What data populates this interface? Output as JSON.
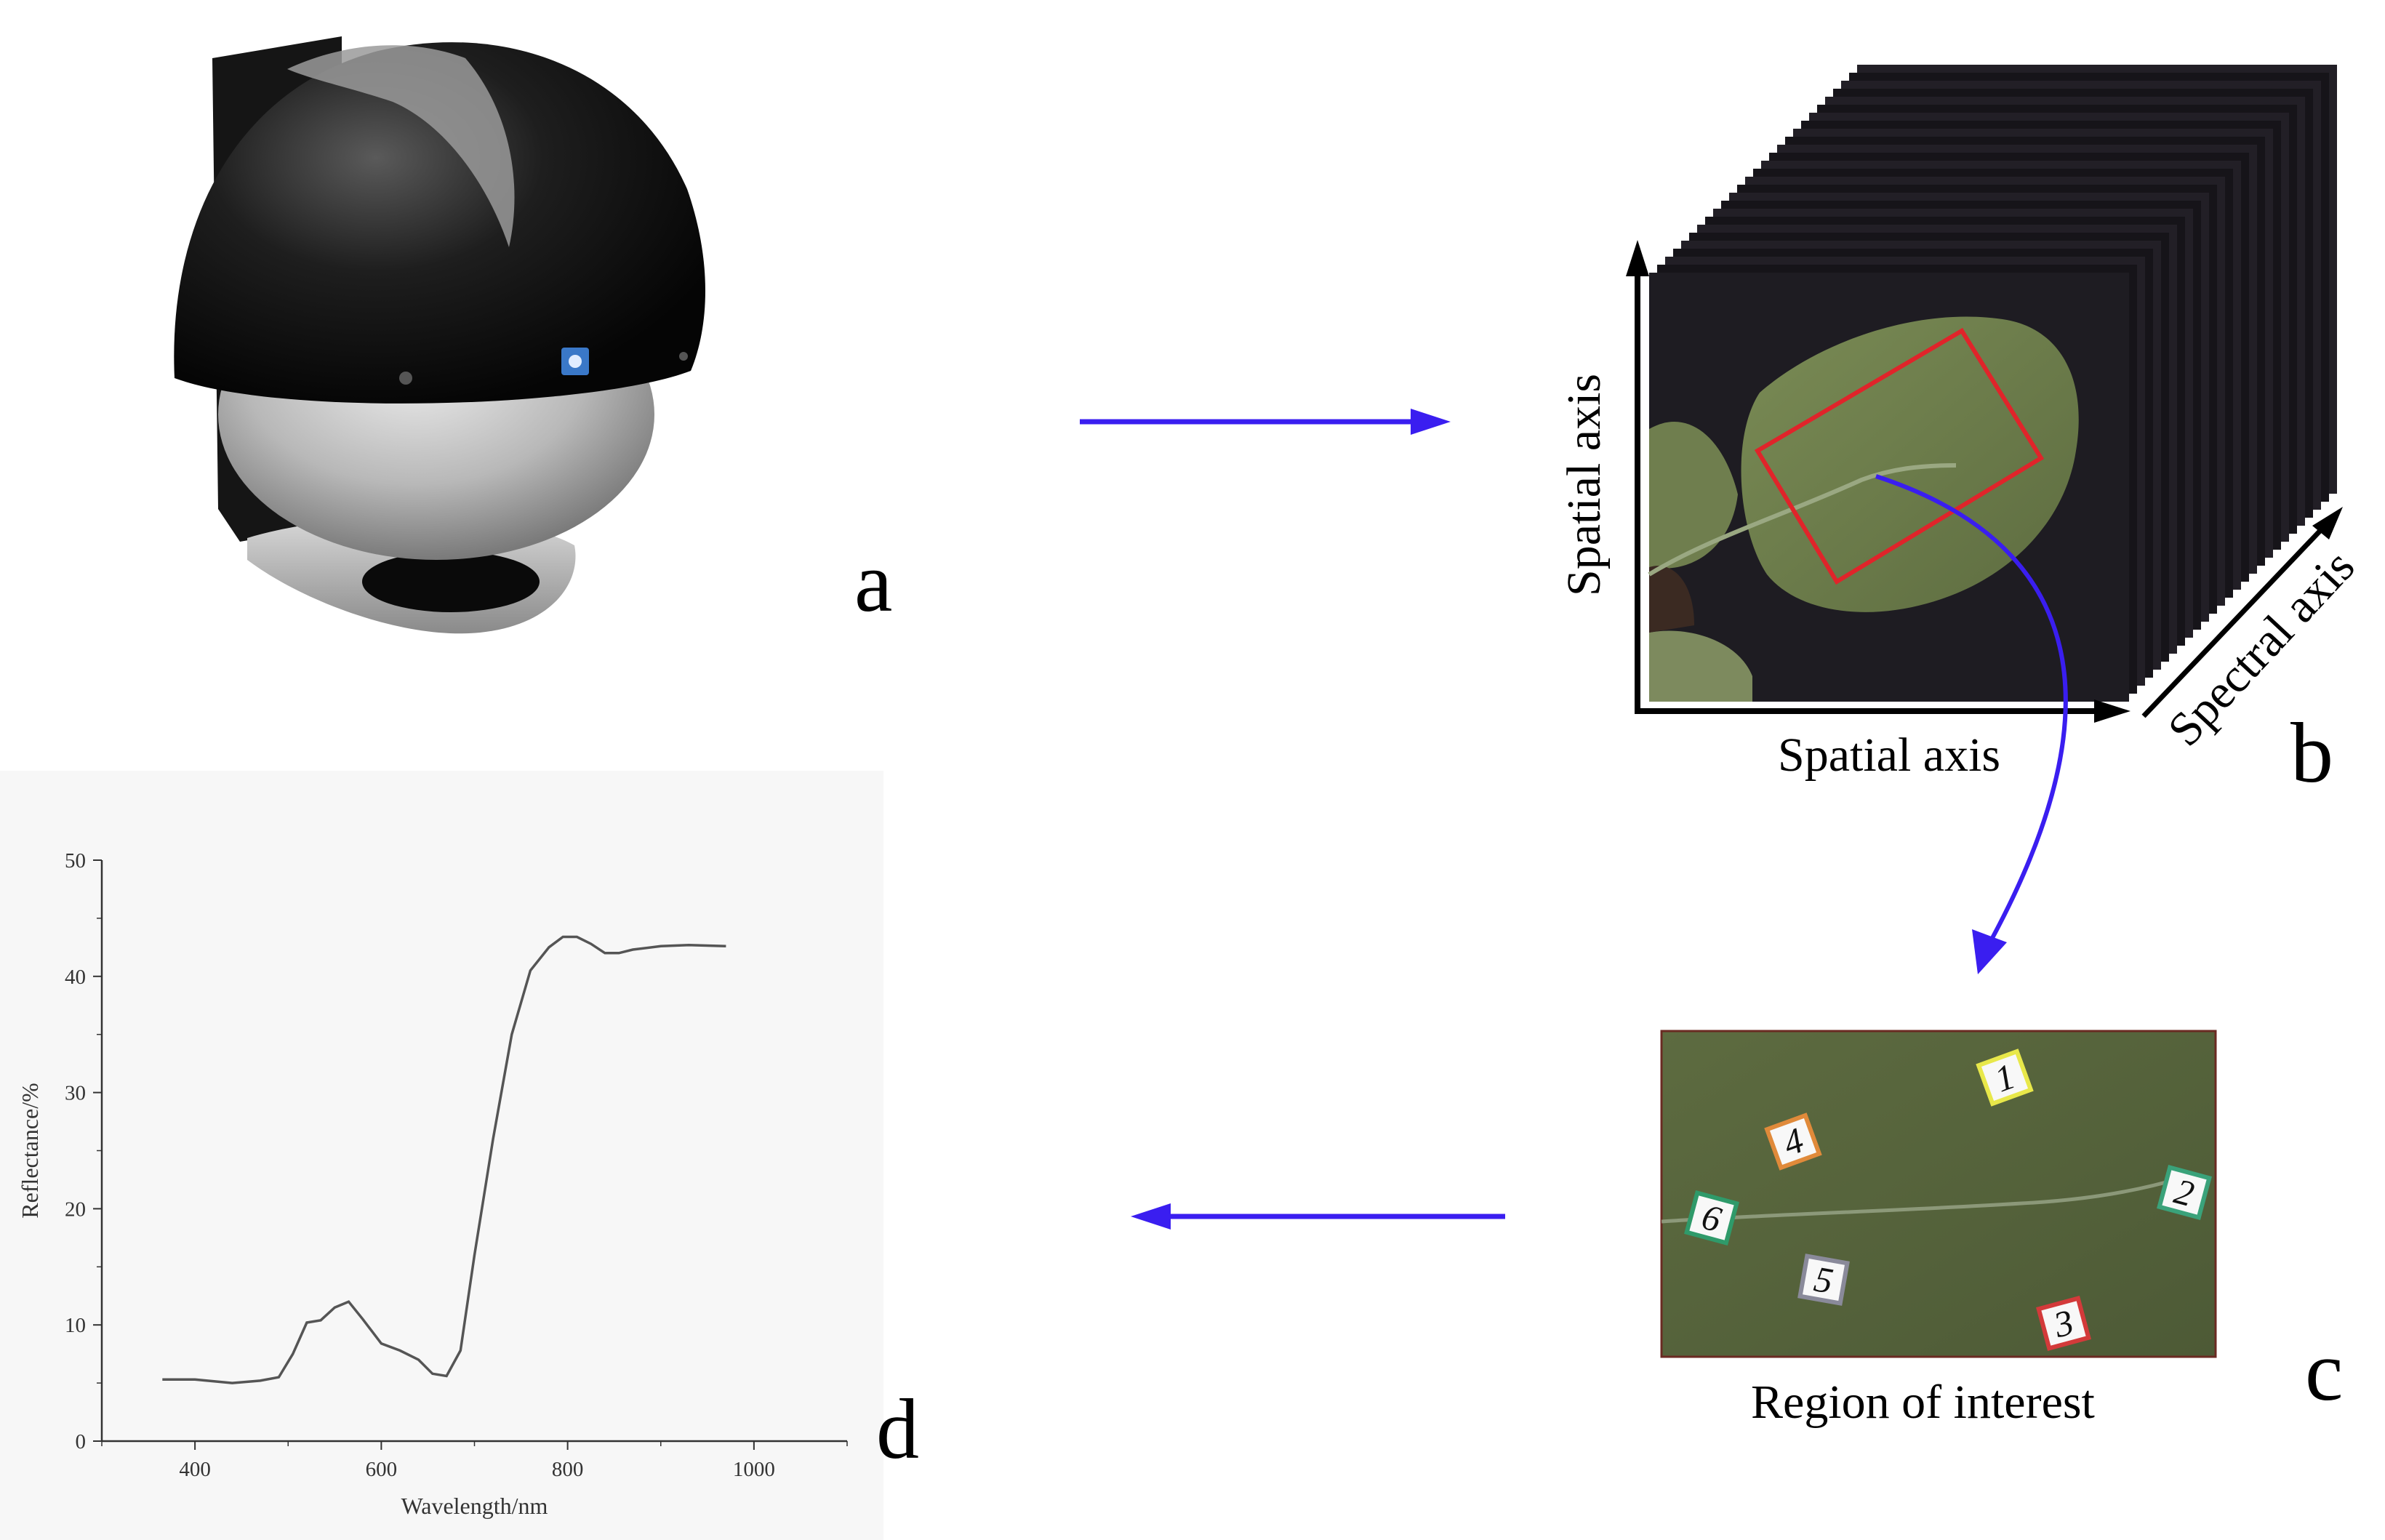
{
  "panels": {
    "a": {
      "letter": "a"
    },
    "b": {
      "letter": "b",
      "spatial_axis_vertical": "Spatial axis",
      "spatial_axis_horizontal": "Spatial axis",
      "spectral_axis": "Spectral axis"
    },
    "c": {
      "letter": "c",
      "caption": "Region of interest",
      "markers": [
        {
          "label": "1",
          "color": "#e8e84a"
        },
        {
          "label": "2",
          "color": "#3aa27a"
        },
        {
          "label": "3",
          "color": "#d33a3a"
        },
        {
          "label": "4",
          "color": "#e08a3a"
        },
        {
          "label": "5",
          "color": "#8a8a9a"
        },
        {
          "label": "6",
          "color": "#2f9a6a"
        }
      ]
    },
    "d": {
      "letter": "d"
    }
  },
  "colors": {
    "flow_arrow": "#3a1ef0",
    "roi_box": "#e0242a",
    "leaf_green": "#66794a",
    "cube_bg": "#1c1a20",
    "line": "#555555"
  },
  "chart_data": {
    "type": "line",
    "title": "",
    "xlabel": "Wavelength/nm",
    "ylabel": "Reflectance/%",
    "xlim": [
      300,
      1100
    ],
    "ylim": [
      0,
      50
    ],
    "xticks": [
      400,
      600,
      800,
      1000
    ],
    "yticks": [
      0,
      10,
      20,
      30,
      40,
      50
    ],
    "series": [
      {
        "x": [
          365,
          400,
          440,
          470,
          490,
          505,
          520,
          535,
          550,
          565,
          580,
          600,
          620,
          640,
          655,
          670,
          685,
          700,
          720,
          740,
          760,
          780,
          795,
          810,
          825,
          840,
          855,
          870,
          900,
          930,
          970
        ],
        "y": [
          5.3,
          5.3,
          5.0,
          5.2,
          5.5,
          7.5,
          10.2,
          10.4,
          11.5,
          12.0,
          10.5,
          8.4,
          7.8,
          7.0,
          5.8,
          5.6,
          7.8,
          16,
          26,
          35,
          40.5,
          42.5,
          43.4,
          43.4,
          42.8,
          42.0,
          42.0,
          42.3,
          42.6,
          42.7,
          42.6
        ]
      }
    ]
  }
}
